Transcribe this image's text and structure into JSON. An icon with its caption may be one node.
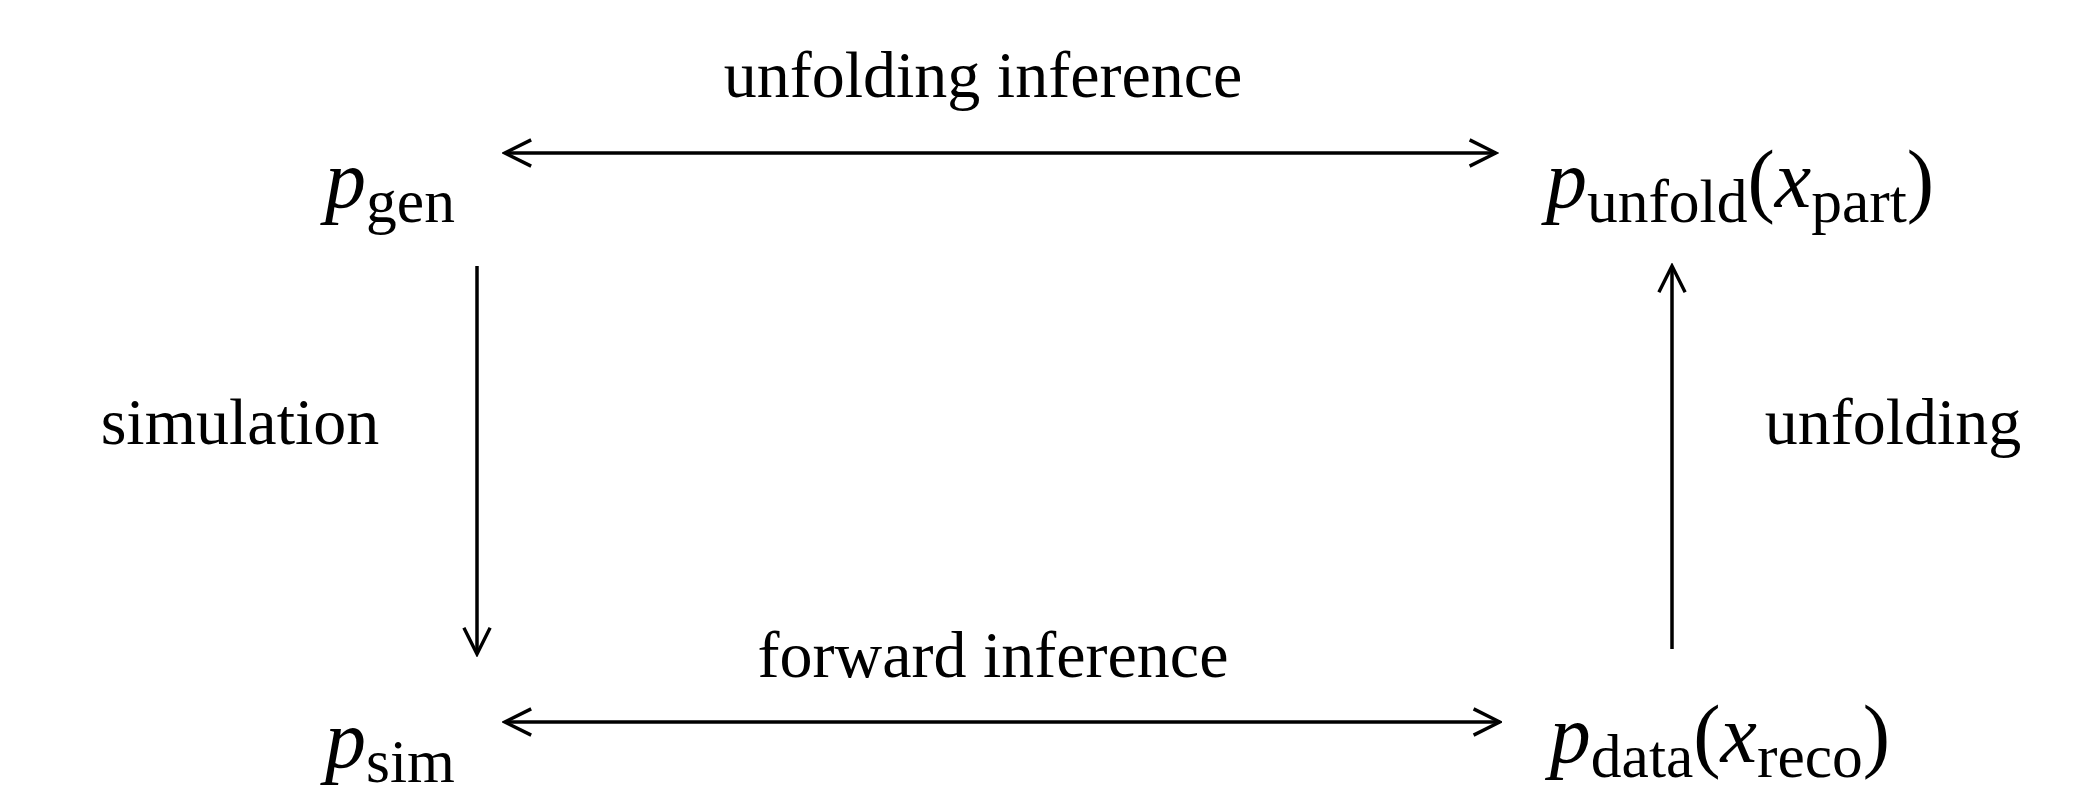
{
  "diagram": {
    "nodes": [
      {
        "text": [
          "*p*$_{gen}$"
        ]
      },
      {
        "text": [
          "*p*$_{unfold}$(*x*$_{part}$)"
        ]
      },
      {
        "text": [
          "*p*$_{sim}$"
        ]
      },
      {
        "text": [
          "*p*$_{data}$(*x*$_{reco}$)"
        ]
      }
    ],
    "edges": [
      {
        "from": 0,
        "to": 1,
        "arrow": "both",
        "label": "unfolding inference"
      },
      {
        "from": 0,
        "to": 2,
        "arrow": "to",
        "label": "simulation"
      },
      {
        "from": 2,
        "to": 3,
        "arrow": "both",
        "label": "forward inference"
      },
      {
        "from": 3,
        "to": 1,
        "arrow": "to",
        "label": "unfolding"
      }
    ]
  }
}
